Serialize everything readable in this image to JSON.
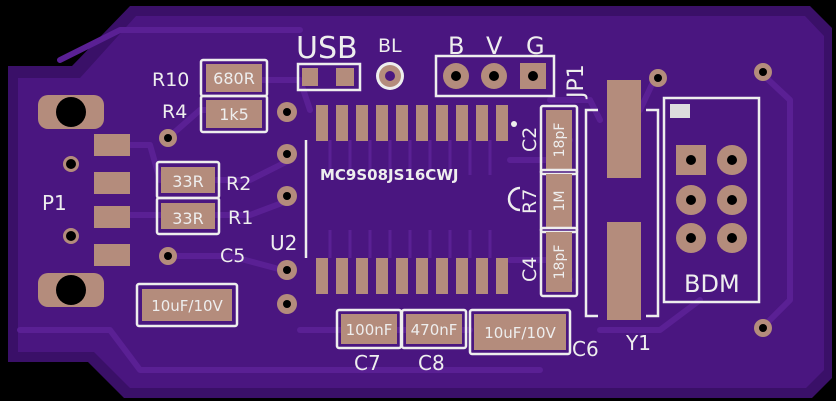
{
  "colors": {
    "background": "#000000",
    "board": "#4a1680",
    "board_edge": "#3a1068",
    "trace": "#5a2094",
    "pad": "#b48c7c",
    "silkscreen": "#eeeeee",
    "mask_opening": "#2a0c4a"
  },
  "labels": {
    "usb": "USB",
    "bl": "BL",
    "b": "B",
    "v": "V",
    "g": "G",
    "jp1": "JP1",
    "r10": "R10",
    "r4": "R4",
    "r2": "R2",
    "r1": "R1",
    "p1": "P1",
    "c5": "C5",
    "u2": "U2",
    "c2": "C2",
    "r7": "R7",
    "c4": "C4",
    "c6": "C6",
    "c7": "C7",
    "c8": "C8",
    "y1": "Y1",
    "bdm": "BDM",
    "chip": "MC9S08JS16CWJ"
  },
  "values": {
    "r10": "680R",
    "r4": "1k5",
    "r2": "33R",
    "r1": "33R",
    "c5": "10uF/10V",
    "c7": "100nF",
    "c8": "470nF",
    "c6": "10uF/10V",
    "c2": "18pF",
    "r7": "1M",
    "c4": "18pF"
  }
}
